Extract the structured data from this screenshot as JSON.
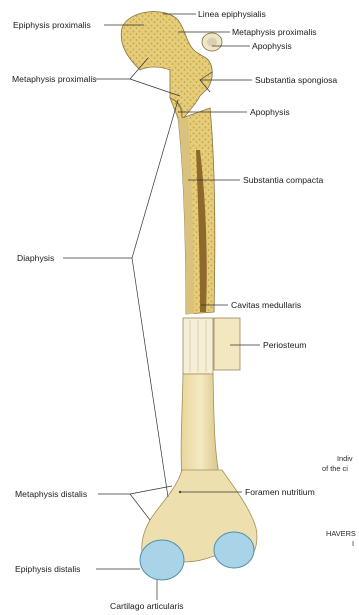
{
  "labels": {
    "epiphysis_proximalis": "Epiphysis proximalis",
    "linea_epiphysialis": "Linea epiphysialis",
    "metaphysis_proximalis_right": "Metaphysis proximalis",
    "apophysis_top": "Apophysis",
    "metaphysis_proximalis_left": "Metaphysis proximalis",
    "substantia_spongiosa": "Substantia spongiosa",
    "apophysis_mid": "Apophysis",
    "substantia_compacta": "Substantia compacta",
    "diaphysis": "Diaphysis",
    "cavitas_medullaris": "Cavitas medullaris",
    "periosteum": "Periosteum",
    "foramen_nutritium": "Foramen nutritium",
    "metaphysis_distalis": "Metaphysis distalis",
    "epiphysis_distalis": "Epiphysis distalis",
    "cartilago_articularis": "Cartilago articularis"
  },
  "edge_text": {
    "line1": "Indiv",
    "line2": "of the ci",
    "line3": "HAVERS",
    "line4": "I"
  },
  "colors": {
    "bone": "#efe0a6",
    "bone_shadow": "#d6c07a",
    "spongy": "#e2c66e",
    "cartilage": "#a9d3e6",
    "periosteum": "#f3e7c0",
    "leader": "#333333"
  }
}
